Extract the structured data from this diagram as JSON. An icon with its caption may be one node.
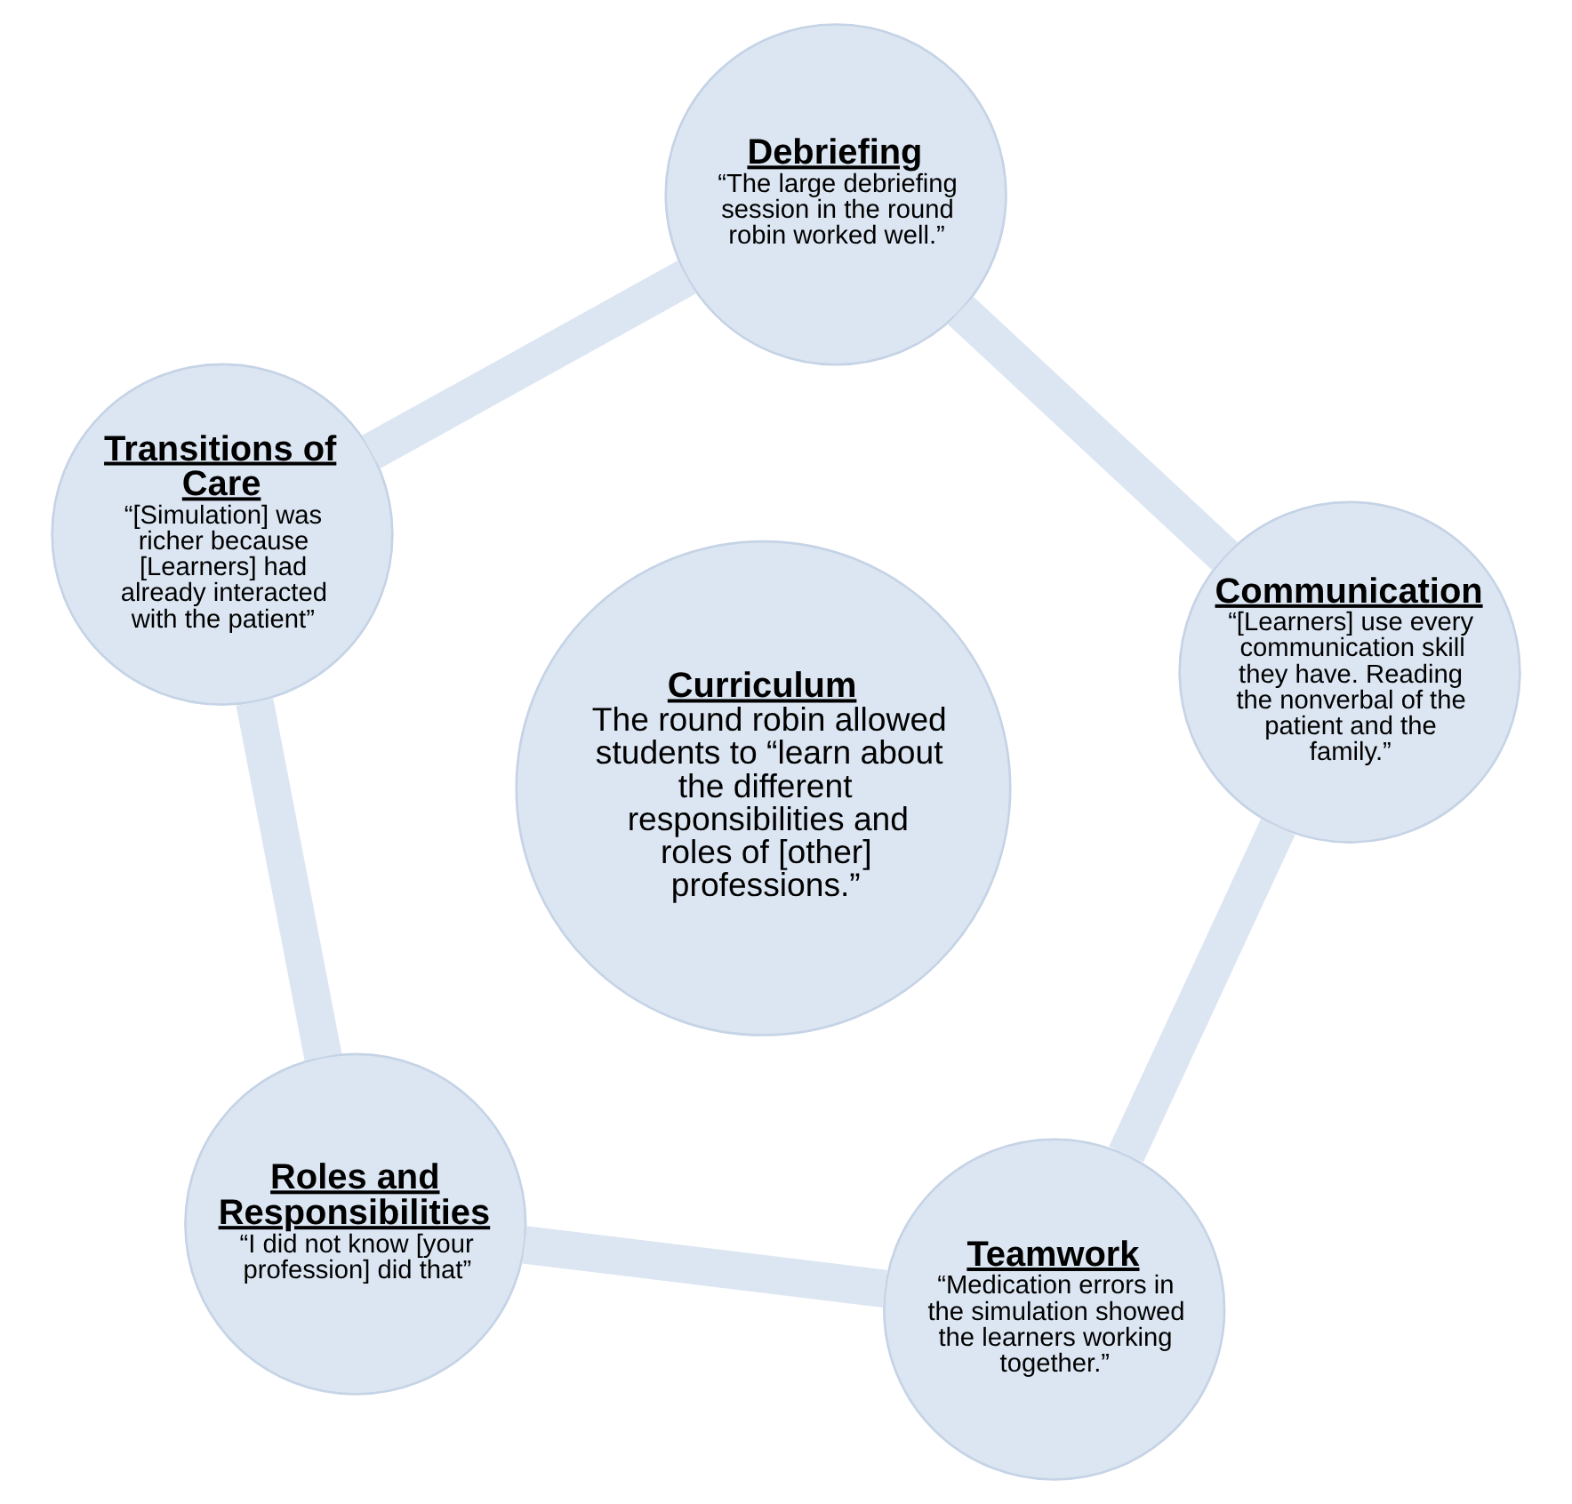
{
  "diagram": {
    "nodes": [
      {
        "text": [
          "Roles and Responsibilities",
          "“I did not know [your profession] did that”"
        ]
      },
      {
        "text": [
          "Teamwork",
          "“Medication errors in the simulation showed the learners working together.”"
        ]
      },
      {
        "text": [
          "Curriculum",
          "The round robin allowed students to “learn about the different responsibilities and roles of [other] professions.”"
        ]
      },
      {
        "text": [
          "Transitions of Care",
          "“[Simulation] was richer because [Learners] had already interacted with the patient”"
        ]
      },
      {
        "text": [
          "Communication",
          "“[Learners] use every communication skill they have. Reading the nonverbal of the patient and the family.”"
        ]
      },
      {
        "text": [
          "Debriefing",
          "“The large debriefing session in the round robin worked well.”"
        ]
      }
    ],
    "edges": [
      {
        "from": 0,
        "to": 1,
        "arrow": "none"
      },
      {
        "from": 1,
        "to": 4,
        "arrow": "none"
      },
      {
        "from": 4,
        "to": 5,
        "arrow": "none"
      },
      {
        "from": 5,
        "to": 3,
        "arrow": "none"
      },
      {
        "from": 3,
        "to": 0,
        "arrow": "none"
      }
    ]
  }
}
